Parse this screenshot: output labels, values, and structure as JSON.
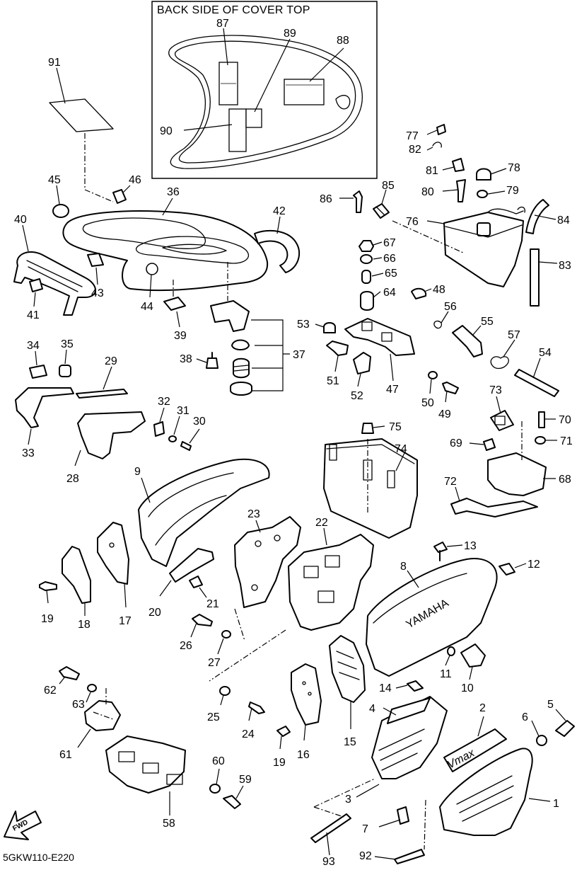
{
  "inset": {
    "title": "BACK SIDE OF COVER TOP"
  },
  "drawing_code": "5GKW110-E220",
  "fwd_label": "FWD",
  "labels": {
    "p1": "1",
    "p2": "2",
    "p3": "3",
    "p4": "4",
    "p5": "5",
    "p6": "6",
    "p7": "7",
    "p8": "8",
    "p9": "9",
    "p10": "10",
    "p11": "11",
    "p12": "12",
    "p13": "13",
    "p14": "14",
    "p15": "15",
    "p16": "16",
    "p17": "17",
    "p18": "18",
    "p19a": "19",
    "p19b": "19",
    "p20": "20",
    "p21": "21",
    "p22": "22",
    "p23": "23",
    "p24": "24",
    "p25": "25",
    "p26": "26",
    "p27": "27",
    "p28": "28",
    "p29": "29",
    "p30": "30",
    "p31": "31",
    "p32": "32",
    "p33": "33",
    "p34": "34",
    "p35": "35",
    "p36": "36",
    "p37": "37",
    "p38": "38",
    "p39": "39",
    "p40": "40",
    "p41": "41",
    "p42": "42",
    "p43": "43",
    "p44": "44",
    "p45": "45",
    "p46": "46",
    "p47": "47",
    "p48": "48",
    "p49": "49",
    "p50": "50",
    "p51": "51",
    "p52": "52",
    "p53": "53",
    "p54": "54",
    "p55": "55",
    "p56": "56",
    "p57": "57",
    "p58": "58",
    "p59": "59",
    "p60": "60",
    "p61": "61",
    "p62": "62",
    "p63": "63",
    "p64": "64",
    "p65": "65",
    "p66": "66",
    "p67": "67",
    "p68": "68",
    "p69": "69",
    "p70": "70",
    "p71": "71",
    "p72": "72",
    "p73": "73",
    "p74": "74",
    "p75": "75",
    "p76": "76",
    "p77": "77",
    "p78": "78",
    "p79": "79",
    "p80": "80",
    "p81": "81",
    "p82": "82",
    "p83": "83",
    "p84": "84",
    "p85": "85",
    "p86": "86",
    "p87": "87",
    "p88": "88",
    "p89": "89",
    "p90": "90",
    "p91": "91",
    "p92": "92",
    "p93": "93"
  },
  "marks": {
    "yamaha": "YAMAHA",
    "vmax": "Vmax"
  }
}
